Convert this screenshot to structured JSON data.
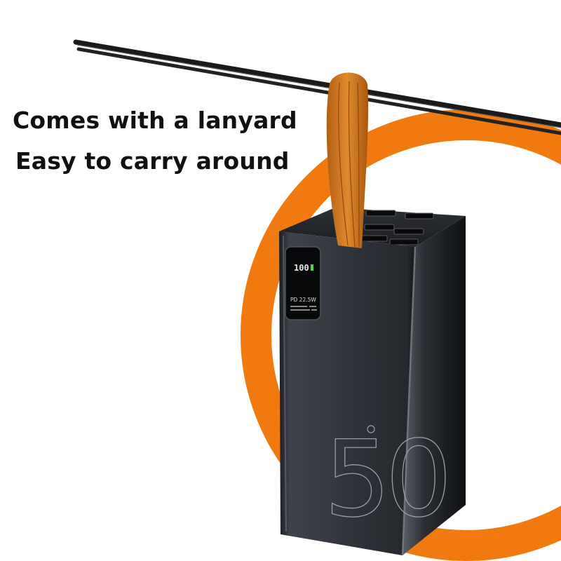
{
  "headline": {
    "line1": "Comes with a lanyard",
    "line2": "Easy to carry around"
  },
  "product": {
    "display_percent": "100",
    "display_power": "PD 22.5W",
    "capacity_mark": "50"
  },
  "colors": {
    "accent_orange": "#f07a10",
    "strap_orange": "#d77a22",
    "body_dark": "#30343a",
    "background": "#ffffff",
    "text": "#111111"
  }
}
